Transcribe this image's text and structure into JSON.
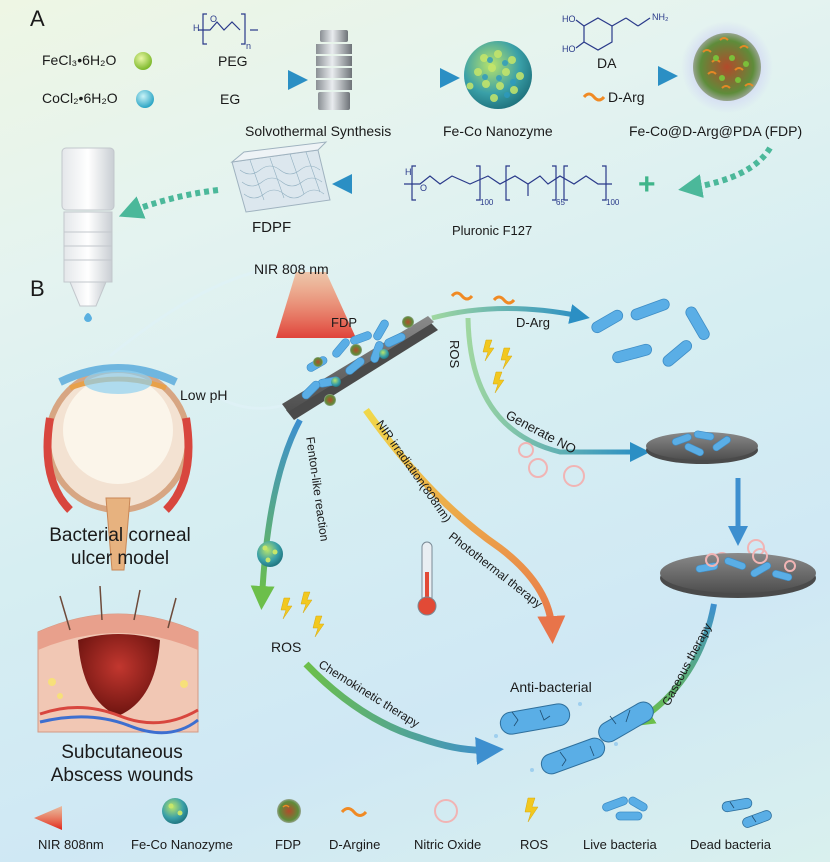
{
  "panels": {
    "a": "A",
    "b": "B"
  },
  "synthesis": {
    "fecl3": "FeCl₃•6H₂O",
    "cocl2": "CoCl₂•6H₂O",
    "peg": "PEG",
    "eg": "EG",
    "solvothermal": "Solvothermal Synthesis",
    "feco": "Fe-Co Nanozyme",
    "da": "DA",
    "darg": "D-Arg",
    "fdp": "Fe-Co@D-Arg@PDA (FDP)",
    "pluronic": "Pluronic F127",
    "fdpf": "FDPF",
    "plus": "+"
  },
  "peg_formula": {
    "h": "H",
    "o": "O",
    "n": "n"
  },
  "da_formula": {
    "ho1": "HO",
    "ho2": "HO",
    "nh2": "NH₂"
  },
  "f127_formula": {
    "h": "H",
    "o": "O",
    "n100a": "100",
    "n65": "65",
    "n100b": "100"
  },
  "mechanism": {
    "nir": "NIR 808 nm",
    "fdp": "FDP",
    "low_ph": "Low pH",
    "ros_top": "ROS",
    "darg": "D-Arg",
    "generate_no": "Generate  NO",
    "fenton": "Fenton-like reaction",
    "nir_irradiation": "NIR  irradiation(808nm)",
    "photothermal": "Photothermal therapy",
    "ros_left": "ROS",
    "chemokinetic": "Chemokinetic  therapy",
    "gaseous": "Gaseous therapy",
    "antibacterial": "Anti-bacterial",
    "corneal": "Bacterial corneal\nulcer model",
    "abscess": "Subcutaneous\nAbscess wounds"
  },
  "legend": [
    {
      "label": "NIR  808nm",
      "icon": "nir-cone"
    },
    {
      "label": "Fe-Co Nanozyme",
      "icon": "nanozyme"
    },
    {
      "label": "FDP",
      "icon": "fdp"
    },
    {
      "label": "D-Argine",
      "icon": "d-arg-squiggle"
    },
    {
      "label": "Nitric Oxide",
      "icon": "no-bubble"
    },
    {
      "label": "ROS",
      "icon": "lightning"
    },
    {
      "label": "Live  bacteria",
      "icon": "live-bacteria"
    },
    {
      "label": "Dead  bacteria",
      "icon": "dead-bacteria"
    }
  ],
  "colors": {
    "arrow_teal": "#3fa9a0",
    "arrow_blue": "#3d8fcf",
    "arrow_orange": "#e8874a",
    "arrow_green": "#6cbf4a",
    "bacteria": "#5aaee6",
    "plate": "#6b6b6b",
    "ros": "#f2c81f",
    "d_arg": "#f08a24"
  }
}
